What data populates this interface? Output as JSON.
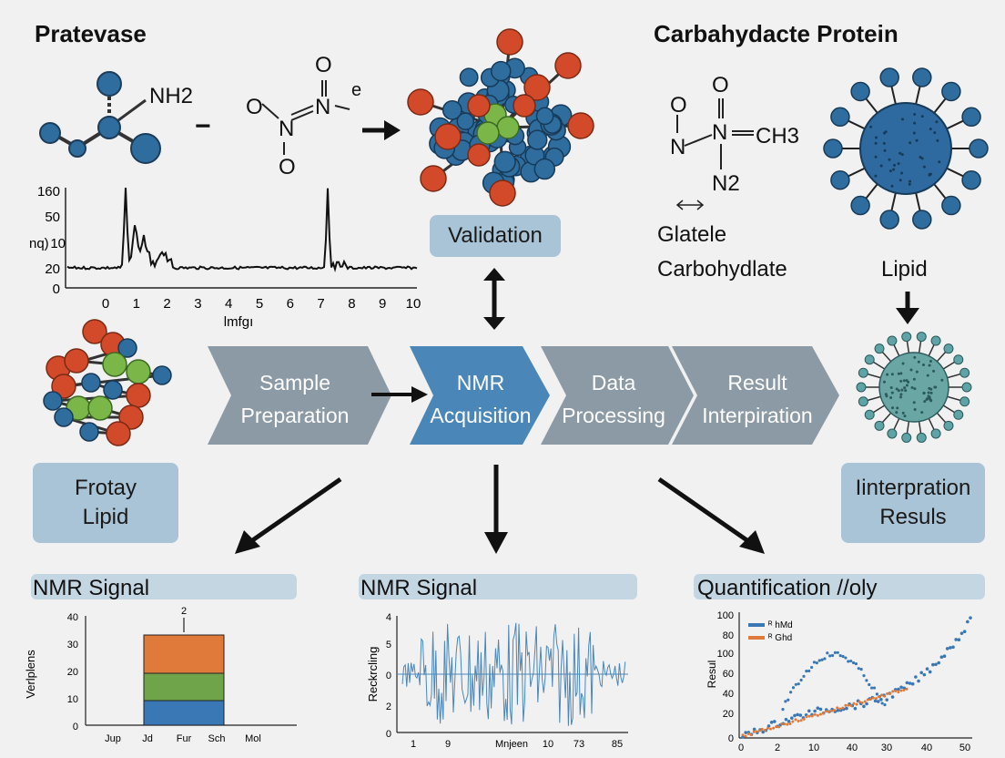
{
  "titles": {
    "top_left": "Pratevase",
    "top_right": "Carbahydacte Protein"
  },
  "chem": {
    "nh2": "NH2",
    "minus": "−",
    "no2_o_top": "O",
    "no2_n1": "N",
    "no2_n2": "N",
    "no2_e": "e",
    "no2_o_left": "O",
    "no2_o_bottom": "O",
    "right_o_top": "O",
    "right_o_left": "O",
    "right_n_left": "N",
    "right_n_center": "N",
    "right_ch3": "CH3",
    "right_n2": "N2"
  },
  "labels": {
    "validation": "Validation",
    "glatele": "Glatele",
    "carbohydlate": "Carbohydlate",
    "lipid": "Lipid",
    "frotay_line1": "Frotay",
    "frotay_line2": "Lipid",
    "interp_line1": "Iinterpration",
    "interp_line2": "Resuls"
  },
  "pipeline": [
    {
      "line1": "Sample",
      "line2": "Preparation",
      "color": "#8c9aa6"
    },
    {
      "line1": "NMR",
      "line2": "Acquisition",
      "color": "#4a87b8"
    },
    {
      "line1": "Data",
      "line2": "Processing",
      "color": "#8c9aa6"
    },
    {
      "line1": "Result",
      "line2": "Interpiration",
      "color": "#8c9aa6"
    }
  ],
  "spectrum": {
    "y_ticks": [
      "160",
      "50",
      "10",
      "20",
      "0"
    ],
    "ylabel": "nq)",
    "x_ticks": [
      "0",
      "1",
      "2",
      "3",
      "4",
      "5",
      "6",
      "7",
      "8",
      "9",
      "10"
    ],
    "xlabel": "lmfgı"
  },
  "sections": {
    "left": "NMR Signal",
    "middle": "NMR Signal",
    "right": "Quantification //oly"
  },
  "chart_data": [
    {
      "type": "bar",
      "categories": [
        "Jup",
        "Jd",
        "Fur",
        "Sch",
        "Mol"
      ],
      "ylabel": "Verlplens",
      "ylim": [
        0,
        40
      ],
      "y_ticks": [
        "0",
        "10",
        "20",
        "30",
        "40"
      ],
      "annotation": "2",
      "stack": [
        {
          "value": 9,
          "color": "#3a78b5"
        },
        {
          "value": 10,
          "color": "#6fa44a"
        },
        {
          "value": 14,
          "color": "#e07a3a"
        }
      ]
    },
    {
      "type": "line",
      "ylabel": "Reckrcling",
      "xlabel": "Mnjeen",
      "ylim": [
        -4,
        4
      ],
      "y_ticks": [
        "4",
        "5",
        "0",
        "2",
        "0"
      ],
      "x_ticks": [
        "1",
        "9",
        "10",
        "73",
        "85"
      ],
      "color": "#4a87b8"
    },
    {
      "type": "scatter",
      "ylabel": "Resul",
      "ylim": [
        0,
        100
      ],
      "y_ticks": [
        "100",
        "80",
        "100",
        "60",
        "40",
        "20",
        "0"
      ],
      "x_ticks": [
        "0",
        "2",
        "10",
        "40",
        "30",
        "40",
        "50"
      ],
      "legend": [
        "ᴿ hMd",
        "ᴿ Ghd"
      ],
      "series_colors": [
        "#3a78b5",
        "#e07a3a"
      ]
    }
  ],
  "colors": {
    "atom_blue": "#2f6d9e",
    "atom_red": "#d24a2a",
    "atom_green": "#7ab648",
    "box_blue": "#a9c4d6"
  }
}
